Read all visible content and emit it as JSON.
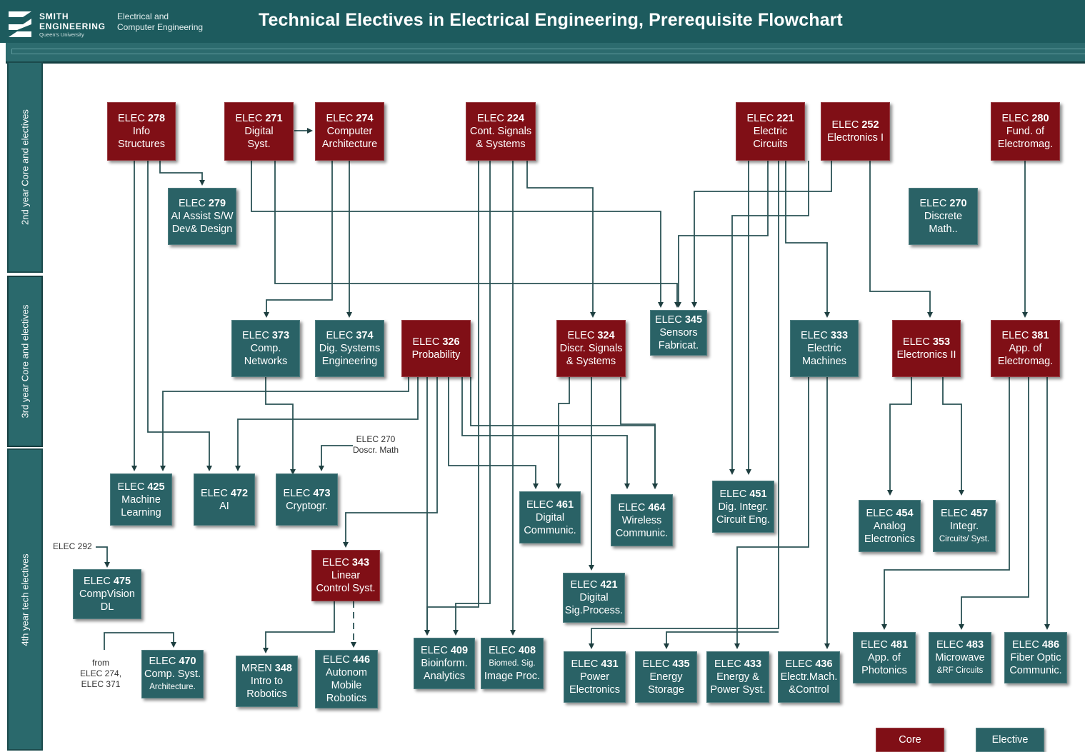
{
  "header": {
    "logo_line1": "SMITH",
    "logo_line2": "ENGINEERING",
    "logo_line3": "Queen's University",
    "dept_line1": "Electrical and",
    "dept_line2": "Computer Engineering",
    "title": "Technical Electives in Electrical Engineering, Prerequisite Flowchart"
  },
  "sidebar": {
    "year2": "2nd year Core and electives",
    "year3": "3rd year Core and electives",
    "year4": "4th year tech electives"
  },
  "courses": {
    "elec278": {
      "code": "ELEC",
      "num": "278",
      "l1": "Info",
      "l2": "Structures",
      "type": "core"
    },
    "elec271": {
      "code": "ELEC",
      "num": "271",
      "l1": "Digital",
      "l2": "Syst.",
      "type": "core"
    },
    "elec274": {
      "code": "ELEC",
      "num": "274",
      "l1": "Computer",
      "l2": "Architecture",
      "type": "core"
    },
    "elec224": {
      "code": "ELEC",
      "num": "224",
      "l1": "Cont. Signals",
      "l2": "& Systems",
      "type": "core"
    },
    "elec221": {
      "code": "ELEC",
      "num": "221",
      "l1": "Electric",
      "l2": "Circuits",
      "type": "core"
    },
    "elec252": {
      "code": "ELEC",
      "num": "252",
      "l1": "Electronics I",
      "type": "core"
    },
    "elec280": {
      "code": "ELEC",
      "num": "280",
      "l1": "Fund. of",
      "l2": "Electromag.",
      "type": "core"
    },
    "elec279": {
      "code": "ELEC",
      "num": "279",
      "l1": "AI Assist S/W",
      "l2": "Dev& Design",
      "type": "elective"
    },
    "elec270": {
      "code": "ELEC",
      "num": "270",
      "l1": "Discrete",
      "l2": "Math..",
      "type": "elective"
    },
    "elec373": {
      "code": "ELEC",
      "num": "373",
      "l1": "Comp.",
      "l2": "Networks",
      "type": "elective"
    },
    "elec374": {
      "code": "ELEC",
      "num": "374",
      "l1": "Dig. Systems",
      "l2": "Engineering",
      "type": "elective"
    },
    "elec326": {
      "code": "ELEC",
      "num": "326",
      "l1": "Probability",
      "type": "core"
    },
    "elec324": {
      "code": "ELEC",
      "num": "324",
      "l1": "Discr. Signals",
      "l2": "& Systems",
      "type": "core"
    },
    "elec345": {
      "code": "ELEC",
      "num": "345",
      "l1": "Sensors",
      "l2": "Fabricat.",
      "type": "elective"
    },
    "elec333": {
      "code": "ELEC",
      "num": "333",
      "l1": "Electric",
      "l2": "Machines",
      "type": "elective"
    },
    "elec353": {
      "code": "ELEC",
      "num": "353",
      "l1": "Electronics II",
      "type": "core"
    },
    "elec381": {
      "code": "ELEC",
      "num": "381",
      "l1": "App. of",
      "l2": "Electromag.",
      "type": "core"
    },
    "elec425": {
      "code": "ELEC",
      "num": "425",
      "l1": "Machine",
      "l2": "Learning",
      "type": "elective"
    },
    "elec472": {
      "code": "ELEC",
      "num": "472",
      "l1": "AI",
      "type": "elective"
    },
    "elec473": {
      "code": "ELEC",
      "num": "473",
      "l1": "Cryptogr.",
      "type": "elective"
    },
    "elec461": {
      "code": "ELEC",
      "num": "461",
      "l1": "Digital",
      "l2": "Communic.",
      "type": "elective"
    },
    "elec464": {
      "code": "ELEC",
      "num": "464",
      "l1": "Wireless",
      "l2": "Communic.",
      "type": "elective"
    },
    "elec451": {
      "code": "ELEC",
      "num": "451",
      "l1": "Dig. Integr.",
      "l2": "Circuit Eng.",
      "type": "elective"
    },
    "elec454": {
      "code": "ELEC",
      "num": "454",
      "l1": "Analog",
      "l2": "Electronics",
      "type": "elective"
    },
    "elec457": {
      "code": "ELEC",
      "num": "457",
      "l1": "Integr.",
      "l2": "Circuits/ Syst.",
      "type": "elective"
    },
    "elec475": {
      "code": "ELEC",
      "num": "475",
      "l1": "CompVision",
      "l2": "DL",
      "type": "elective"
    },
    "elec343": {
      "code": "ELEC",
      "num": "343",
      "l1": "Linear",
      "l2": "Control Syst.",
      "type": "core"
    },
    "elec421": {
      "code": "ELEC",
      "num": "421",
      "l1": "Digital",
      "l2": "Sig.Process.",
      "type": "elective"
    },
    "elec470": {
      "code": "ELEC",
      "num": "470",
      "l1": "Comp. Syst.",
      "l2": "Architecture.",
      "type": "elective"
    },
    "mren348": {
      "code": "MREN",
      "num": "348",
      "l1": "Intro to",
      "l2": "Robotics",
      "type": "elective"
    },
    "elec446": {
      "code": "ELEC",
      "num": "446",
      "l1": "Autonom",
      "l2": "Mobile",
      "l3": "Robotics",
      "type": "elective"
    },
    "elec409": {
      "code": "ELEC",
      "num": "409",
      "l1": "Bioinform.",
      "l2": "Analytics",
      "type": "elective"
    },
    "elec408": {
      "code": "ELEC",
      "num": "408",
      "l1": "Biomed. Sig.",
      "l2": "Image Proc.",
      "type": "elective"
    },
    "elec431": {
      "code": "ELEC",
      "num": "431",
      "l1": "Power",
      "l2": "Electronics",
      "type": "elective"
    },
    "elec435": {
      "code": "ELEC",
      "num": "435",
      "l1": "Energy",
      "l2": "Storage",
      "type": "elective"
    },
    "elec433": {
      "code": "ELEC",
      "num": "433",
      "l1": "Energy &",
      "l2": "Power Syst.",
      "type": "elective"
    },
    "elec436": {
      "code": "ELEC",
      "num": "436",
      "l1": "Electr.Mach.",
      "l2": "&Control",
      "type": "elective"
    },
    "elec481": {
      "code": "ELEC",
      "num": "481",
      "l1": "App. of",
      "l2": "Photonics",
      "type": "elective"
    },
    "elec483": {
      "code": "ELEC",
      "num": "483",
      "l1": "Microwave",
      "l2": "&RF Circuits",
      "type": "elective"
    },
    "elec486": {
      "code": "ELEC",
      "num": "486",
      "l1": "Fiber Optic",
      "l2": "Communic.",
      "type": "elective"
    }
  },
  "notes": {
    "elec270_l1": "ELEC 270",
    "elec270_l2": "Doscr. Math",
    "elec292": "ELEC 292",
    "from_l1": "from",
    "from_l2": "ELEC 274,",
    "from_l3": "ELEC 371"
  },
  "legend": {
    "core": "Core",
    "elective": "Elective",
    "core_color": "#800f16",
    "elective_color": "#2a6266"
  }
}
